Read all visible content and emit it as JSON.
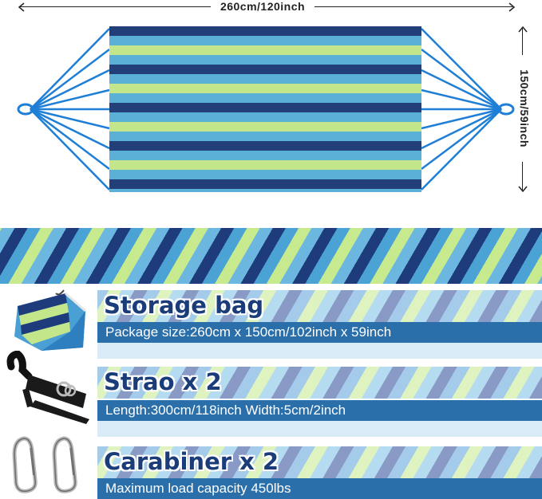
{
  "dimensions": {
    "length_label": "260cm/120inch",
    "width_label": "150cm/59inch"
  },
  "colors": {
    "navy": "#233f7a",
    "sky_blue": "#5bb0d8",
    "lime_green": "#c3e68a",
    "rope_blue": "#1f7fd6",
    "desc_bar": "#2a6faa"
  },
  "items": [
    {
      "title": "Storage bag",
      "description": "Package size:260cm x 150cm/102inch x 59inch",
      "icon": "storage-bag-icon"
    },
    {
      "title": "Strao x 2",
      "description": "Length:300cm/118inch Width:5cm/2inch",
      "icon": "strap-icon"
    },
    {
      "title": "Carabiner x 2",
      "description": "Maximum load capacity 450lbs",
      "icon": "carabiner-icon"
    }
  ]
}
